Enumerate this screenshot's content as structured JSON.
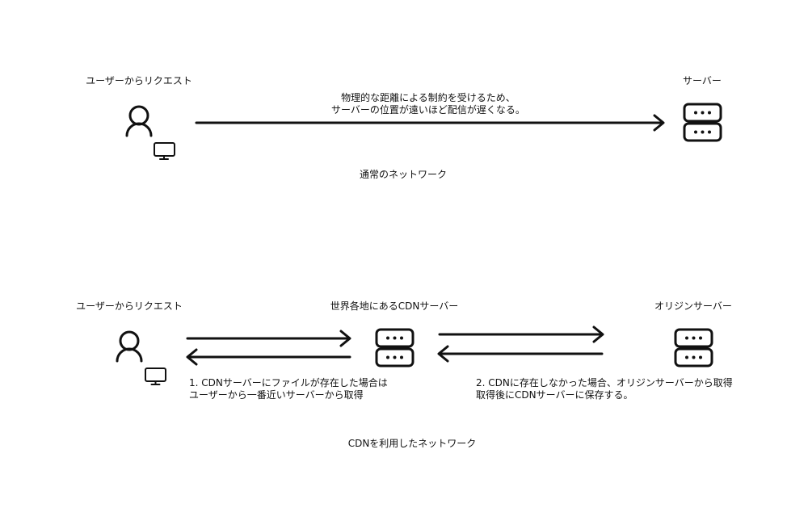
{
  "colors": {
    "stroke": "#111111",
    "background": "#ffffff"
  },
  "icons": {
    "user": "user-icon",
    "monitor": "monitor-icon",
    "server": "server-icon",
    "arrow": "arrow-icon"
  },
  "normal_network": {
    "user_label": "ユーザーからリクエスト",
    "server_label": "サーバー",
    "note_line1": "物理的な距離による制約を受けるため、",
    "note_line2": "サーバーの位置が遠いほど配信が遅くなる。",
    "caption": "通常のネットワーク"
  },
  "cdn_network": {
    "user_label": "ユーザーからリクエスト",
    "cdn_label": "世界各地にあるCDNサーバー",
    "origin_label": "オリジンサーバー",
    "note1_line1": "1. CDNサーバーにファイルが存在した場合は",
    "note1_line2": "ユーザーから一番近いサーバーから取得",
    "note2_line1": "2. CDNに存在しなかった場合、オリジンサーバーから取得",
    "note2_line2": "取得後にCDNサーバーに保存する。",
    "caption": "CDNを利用したネットワーク"
  }
}
